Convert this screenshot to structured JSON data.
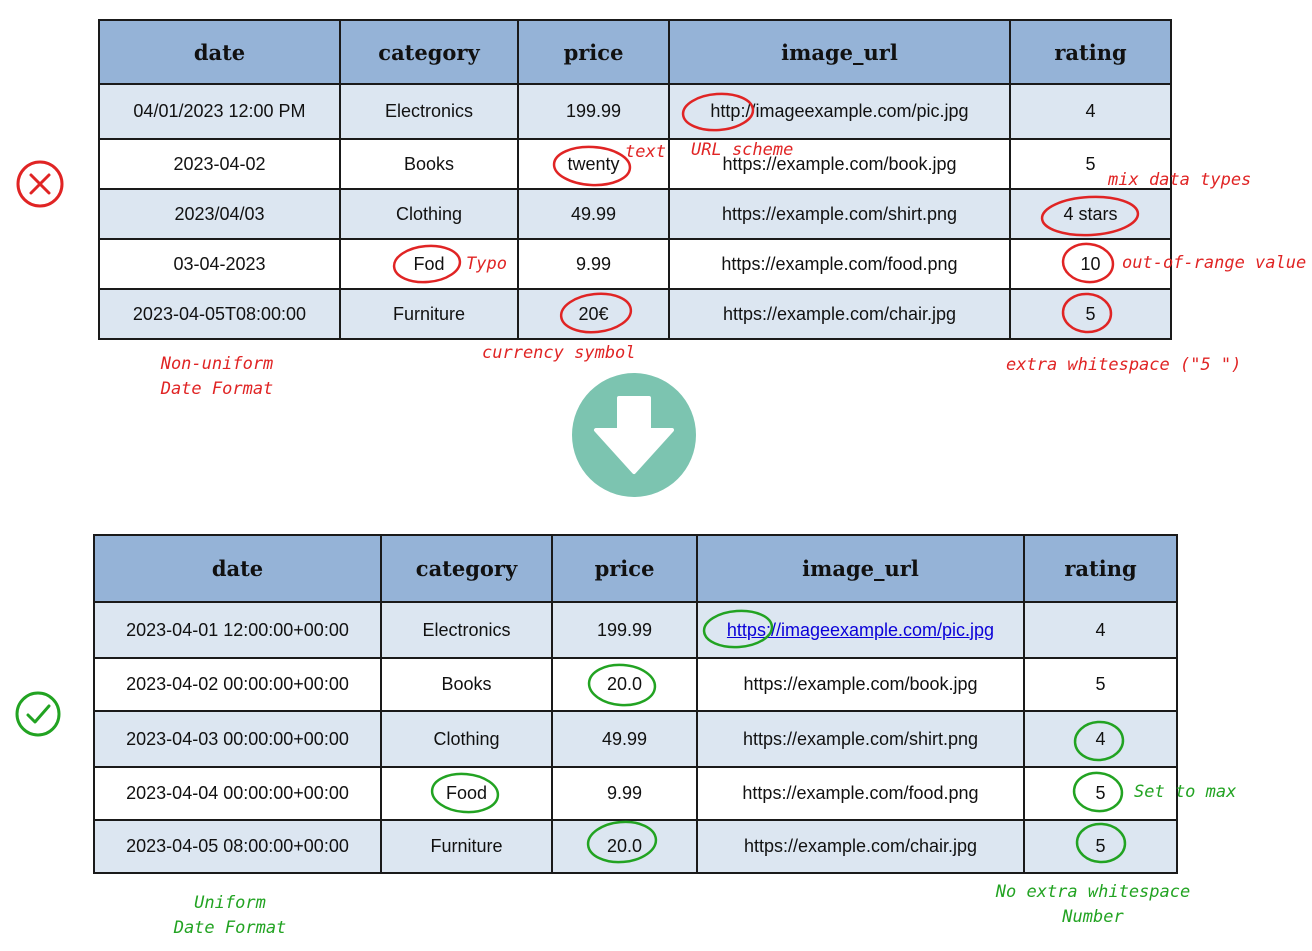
{
  "colors": {
    "header_bg": "#95b3d7",
    "row_alt_bg": "#dce6f1",
    "annotation_red": "#e02424",
    "annotation_green": "#22a322",
    "arrow_circle": "#7cc4b0"
  },
  "before": {
    "status_icon": "x-circle-icon",
    "headers": [
      "date",
      "category",
      "price",
      "image_url",
      "rating"
    ],
    "rows": [
      [
        "04/01/2023 12:00 PM",
        "Electronics",
        "199.99",
        "http://imageexample.com/pic.jpg",
        "4"
      ],
      [
        "2023-04-02",
        "Books",
        "twenty",
        "https://example.com/book.jpg",
        "5"
      ],
      [
        "2023/04/03",
        "Clothing",
        "49.99",
        "https://example.com/shirt.png",
        "4 stars"
      ],
      [
        "03-04-2023",
        "Fod",
        "9.99",
        "https://example.com/food.png",
        "10"
      ],
      [
        "2023-04-05T08:00:00",
        "Furniture",
        "20€",
        "https://example.com/chair.jpg",
        "5"
      ]
    ],
    "annotations": {
      "text": "text",
      "url_scheme": "URL scheme",
      "mix_types": "mix data types",
      "typo": "Typo",
      "out_of_range": "out-of-range value",
      "currency": "currency symbol",
      "whitespace": "extra whitespace (\"5 \")",
      "date_line1": "Non-uniform",
      "date_line2": "Date Format"
    }
  },
  "arrow_icon": "arrow-down-icon",
  "after": {
    "status_icon": "check-circle-icon",
    "headers": [
      "date",
      "category",
      "price",
      "image_url",
      "rating"
    ],
    "rows": [
      [
        "2023-04-01 12:00:00+00:00",
        "Electronics",
        "199.99",
        "https://imageexample.com/pic.jpg",
        "4"
      ],
      [
        "2023-04-02 00:00:00+00:00",
        "Books",
        "20.0",
        "https://example.com/book.jpg",
        "5"
      ],
      [
        "2023-04-03 00:00:00+00:00",
        "Clothing",
        "49.99",
        "https://example.com/shirt.png",
        "4"
      ],
      [
        "2023-04-04 00:00:00+00:00",
        "Food",
        "9.99",
        "https://example.com/food.png",
        "5"
      ],
      [
        "2023-04-05 08:00:00+00:00",
        "Furniture",
        "20.0",
        "https://example.com/chair.jpg",
        "5"
      ]
    ],
    "annotations": {
      "set_to_max": "Set to max",
      "whitespace_line1": "No extra whitespace",
      "whitespace_line2": "Number",
      "date_line1": "Uniform",
      "date_line2": "Date Format"
    }
  }
}
